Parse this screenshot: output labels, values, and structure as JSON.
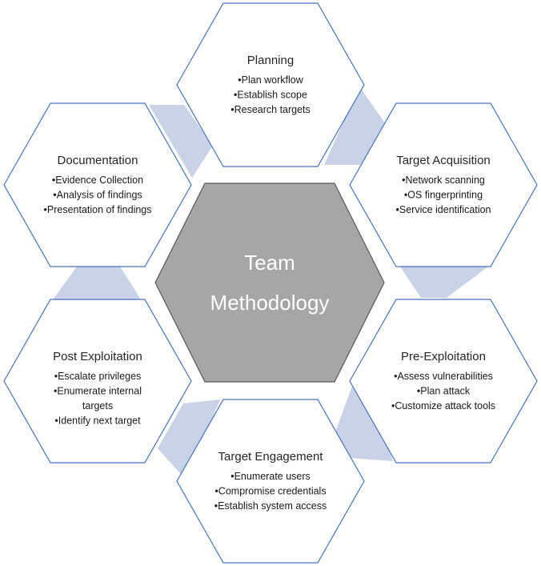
{
  "center": {
    "lines": [
      "Team",
      "Methodology"
    ]
  },
  "colors": {
    "hex_outline": "#4472c4",
    "hex_fill": "#ffffff",
    "connector": "#c9d2e6",
    "center_fill": "#a6a6a6",
    "center_outline": "#595959",
    "center_text": "#ffffff"
  },
  "steps": [
    {
      "id": "planning",
      "title": "Planning",
      "items": [
        "•Plan workflow",
        "•Establish scope",
        "•Research targets"
      ]
    },
    {
      "id": "target-acquisition",
      "title": "Target Acquisition",
      "items": [
        "•Network scanning",
        "•OS fingerprinting",
        "•Service identification"
      ]
    },
    {
      "id": "pre-exploitation",
      "title": "Pre-Exploitation",
      "items": [
        "•Assess vulnerabilities",
        "•Plan attack",
        "•Customize attack tools"
      ]
    },
    {
      "id": "target-engagement",
      "title": "Target Engagement",
      "items": [
        "•Enumerate users",
        "•Compromise credentials",
        "•Establish system access"
      ]
    },
    {
      "id": "post-exploitation",
      "title": "Post Exploitation",
      "items": [
        "•Escalate privileges",
        "•Enumerate internal",
        "targets",
        "•Identify next target"
      ]
    },
    {
      "id": "documentation",
      "title": "Documentation",
      "items": [
        "•Evidence Collection",
        "•Analysis of findings",
        "•Presentation of findings"
      ]
    }
  ]
}
